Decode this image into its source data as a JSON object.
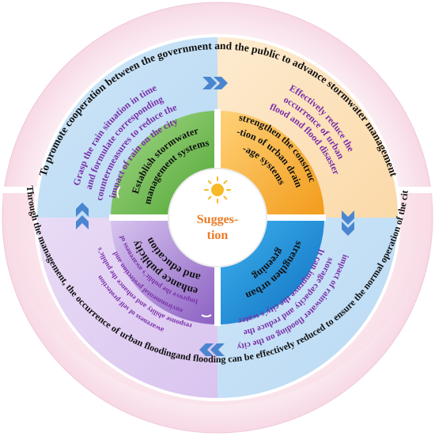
{
  "outer_ring": {
    "top_text": "To promote cooperation between the government and the public to advance stormwater management",
    "bottom_text": "Through the management, the occurrence of urban floodingand flooding can be effectively reduced to ensure the normal operation of the city"
  },
  "middle_ring": {
    "top_left": [
      "Grasp the rain situation in time",
      "and formulate corresponding",
      "countermeasures to reduce the",
      "impact of rain on the city"
    ],
    "top_right": [
      "Effectively reduce the",
      "occurrence of urban",
      "flood and flood disaster"
    ],
    "bottom_right": [
      "It can improve the city's water",
      "storage capacity and reduce the",
      "impact of rainwater flooding on the city"
    ],
    "bottom_left": [
      "Improve the public's awareness of",
      "environmental protection and",
      "response ability and enhance the public's",
      "awareness of self-protection"
    ]
  },
  "quadrants": {
    "top_left": [
      "Establish stormwater",
      "management systems"
    ],
    "top_right": [
      "strengthen the construc",
      "-tion of urban drain",
      "-age systems"
    ],
    "bottom_right": [
      "strengthen urban",
      "greening"
    ],
    "bottom_left": [
      "enhance publicity",
      "and education"
    ]
  },
  "center": {
    "line1": "Sugges-",
    "line2": "tion",
    "icon": "sun-icon"
  },
  "colors": {
    "green": "#5cb43a",
    "orange": "#f5a623",
    "blue": "#1a8fd8",
    "purple": "#9a6cc8",
    "center_text": "#ea7a24",
    "purple_text": "#7a2fa8",
    "chevrons": "#4a86d0"
  }
}
